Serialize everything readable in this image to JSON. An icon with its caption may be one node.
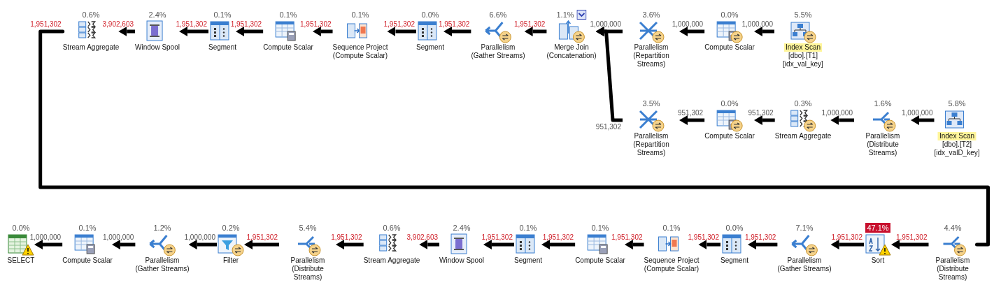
{
  "diagram": {
    "nodes": [
      {
        "text": [
          "0.6%",
          "Stream Aggregate"
        ]
      },
      {
        "text": [
          "2.4%",
          "Window Spool"
        ]
      },
      {
        "text": [
          "0.1%",
          "Segment"
        ]
      },
      {
        "text": [
          "0.1%",
          "Compute Scalar"
        ]
      },
      {
        "text": [
          "0.1%",
          "Sequence Project",
          "(Compute Scalar)"
        ]
      },
      {
        "text": [
          "0.0%",
          "Segment"
        ]
      },
      {
        "text": [
          "6.6%",
          "Parallelism",
          "(Gather Streams)"
        ]
      },
      {
        "text": [
          "1.1%",
          "Merge Join",
          "(Concatenation)"
        ]
      },
      {
        "text": [
          "3.6%",
          "Parallelism",
          "(Repartition Streams)"
        ]
      },
      {
        "text": [
          "0.0%",
          "Compute Scalar"
        ]
      },
      {
        "text": [
          "5.5%",
          "Index Scan",
          "[dbo].[T1] [idx_val_key]"
        ]
      },
      {
        "text": [
          "3.5%",
          "Parallelism",
          "(Repartition Streams)"
        ]
      },
      {
        "text": [
          "0.0%",
          "Compute Scalar"
        ]
      },
      {
        "text": [
          "0.3%",
          "Stream Aggregate"
        ]
      },
      {
        "text": [
          "1.6%",
          "Parallelism",
          "(Distribute Streams)"
        ]
      },
      {
        "text": [
          "5.8%",
          "Index Scan",
          "[dbo].[T2] [idx_valD_key]"
        ]
      },
      {
        "text": [
          "0.0%",
          "SELECT"
        ]
      },
      {
        "text": [
          "0.1%",
          "Compute Scalar"
        ]
      },
      {
        "text": [
          "1.2%",
          "Parallelism",
          "(Gather Streams)"
        ]
      },
      {
        "text": [
          "0.2%",
          "Filter"
        ]
      },
      {
        "text": [
          "5.4%",
          "Parallelism",
          "(Distribute Streams)"
        ]
      },
      {
        "text": [
          "0.6%",
          "Stream Aggregate"
        ]
      },
      {
        "text": [
          "2.4%",
          "Window Spool"
        ]
      },
      {
        "text": [
          "0.1%",
          "Segment"
        ]
      },
      {
        "text": [
          "0.1%",
          "Compute Scalar"
        ]
      },
      {
        "text": [
          "0.1%",
          "Sequence Project",
          "(Compute Scalar)"
        ]
      },
      {
        "text": [
          "0.0%",
          "Segment"
        ]
      },
      {
        "text": [
          "7.1%",
          "Parallelism",
          "(Gather Streams)"
        ]
      },
      {
        "text": [
          "47.1%",
          "Sort"
        ]
      },
      {
        "text": [
          "4.4%",
          "Parallelism",
          "(Distribute Streams)"
        ]
      }
    ],
    "edges": [
      {
        "from": 1,
        "to": 0,
        "arrow": "to",
        "label": "3,902,603"
      },
      {
        "from": 2,
        "to": 1,
        "arrow": "to",
        "label": "1,951,302"
      },
      {
        "from": 3,
        "to": 2,
        "arrow": "to",
        "label": "1,951,302"
      },
      {
        "from": 4,
        "to": 3,
        "arrow": "to",
        "label": "1,951,302"
      },
      {
        "from": 5,
        "to": 4,
        "arrow": "to",
        "label": "1,951,302"
      },
      {
        "from": 6,
        "to": 5,
        "arrow": "to",
        "label": "1,951,302"
      },
      {
        "from": 7,
        "to": 6,
        "arrow": "to",
        "label": "1,951,302"
      },
      {
        "from": 8,
        "to": 7,
        "arrow": "to",
        "label": "1,000,000"
      },
      {
        "from": 9,
        "to": 8,
        "arrow": "to",
        "label": "1,000,000"
      },
      {
        "from": 10,
        "to": 9,
        "arrow": "to",
        "label": "1,000,000"
      },
      {
        "from": 11,
        "to": 7,
        "arrow": "to",
        "label": "951,302"
      },
      {
        "from": 12,
        "to": 11,
        "arrow": "to",
        "label": "951,302"
      },
      {
        "from": 13,
        "to": 12,
        "arrow": "to",
        "label": "951,302"
      },
      {
        "from": 14,
        "to": 13,
        "arrow": "to",
        "label": "1,000,000"
      },
      {
        "from": 15,
        "to": 14,
        "arrow": "to",
        "label": "1,000,000"
      },
      {
        "from": 0,
        "to": 29,
        "arrow": "none",
        "label": "1,951,302"
      },
      {
        "from": 17,
        "to": 16,
        "arrow": "to",
        "label": "1,000,000"
      },
      {
        "from": 18,
        "to": 17,
        "arrow": "to",
        "label": "1,000,000"
      },
      {
        "from": 19,
        "to": 18,
        "arrow": "to",
        "label": "1,000,000"
      },
      {
        "from": 20,
        "to": 19,
        "arrow": "to",
        "label": "1,951,302"
      },
      {
        "from": 21,
        "to": 20,
        "arrow": "to",
        "label": "1,951,302"
      },
      {
        "from": 22,
        "to": 21,
        "arrow": "to",
        "label": "3,902,603"
      },
      {
        "from": 23,
        "to": 22,
        "arrow": "to",
        "label": "1,951,302"
      },
      {
        "from": 24,
        "to": 23,
        "arrow": "to",
        "label": "1,951,302"
      },
      {
        "from": 25,
        "to": 24,
        "arrow": "to",
        "label": "1,951,302"
      },
      {
        "from": 26,
        "to": 25,
        "arrow": "to",
        "label": "1,951,302"
      },
      {
        "from": 27,
        "to": 26,
        "arrow": "to",
        "label": "1,951,302"
      },
      {
        "from": 28,
        "to": 27,
        "arrow": "to",
        "label": "1,951,302"
      },
      {
        "from": 29,
        "to": 28,
        "arrow": "to",
        "label": "1,951,302"
      }
    ]
  }
}
